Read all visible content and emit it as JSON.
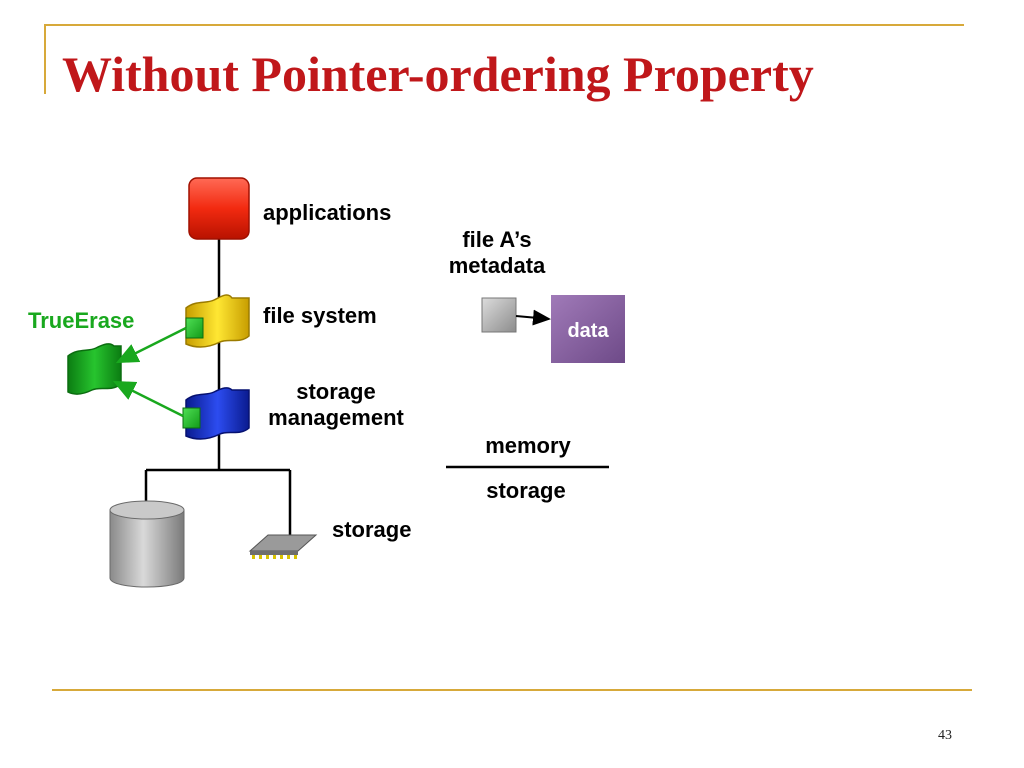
{
  "slide": {
    "title": "Without Pointer-ordering Property",
    "page_number": "43"
  },
  "stack": {
    "applications_label": "applications",
    "file_system_label": "file system",
    "storage_management_line1": "storage",
    "storage_management_line2": "management",
    "storage_label": "storage",
    "trueerase_label": "TrueErase"
  },
  "metadata_panel": {
    "metadata_line1": "file A’s",
    "metadata_line2": "metadata",
    "data_label": "data",
    "memory_label": "memory",
    "storage_label": "storage"
  },
  "colors": {
    "title": "#c0171a",
    "frame": "#d7a93a",
    "applications_block": "#f22a10",
    "file_system_block": "#e7c400",
    "storage_mgmt_block": "#1834d0",
    "trueerase": "#19a81e",
    "data_box": "#8a62a3"
  }
}
